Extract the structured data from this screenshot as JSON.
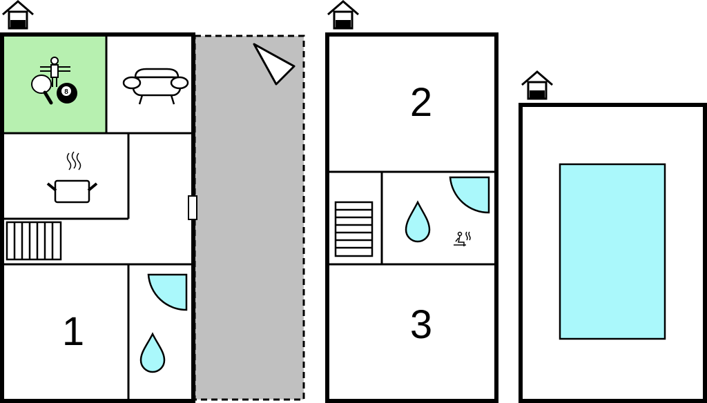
{
  "floors": [
    {
      "icon": "house-floor-icon",
      "rooms": [
        "1"
      ]
    },
    {
      "icon": "house-floor-icon",
      "rooms": [
        "2",
        "3"
      ]
    },
    {
      "icon": "house-floor-icon",
      "rooms": []
    }
  ],
  "colors": {
    "wall": "#000000",
    "background": "#ffffff",
    "activity_room": "#b7f0b0",
    "terrace": "#c0c0c0",
    "water": "#aaf8fb"
  },
  "icons": [
    "ping-pong-icon",
    "foosball-icon",
    "billiard-ball-icon",
    "sofa-icon",
    "cooking-pot-icon",
    "stairs-icon",
    "door-icon",
    "shower-icon",
    "water-drop-icon",
    "sauna-icon",
    "terrace-marker-icon",
    "pool-icon"
  ]
}
